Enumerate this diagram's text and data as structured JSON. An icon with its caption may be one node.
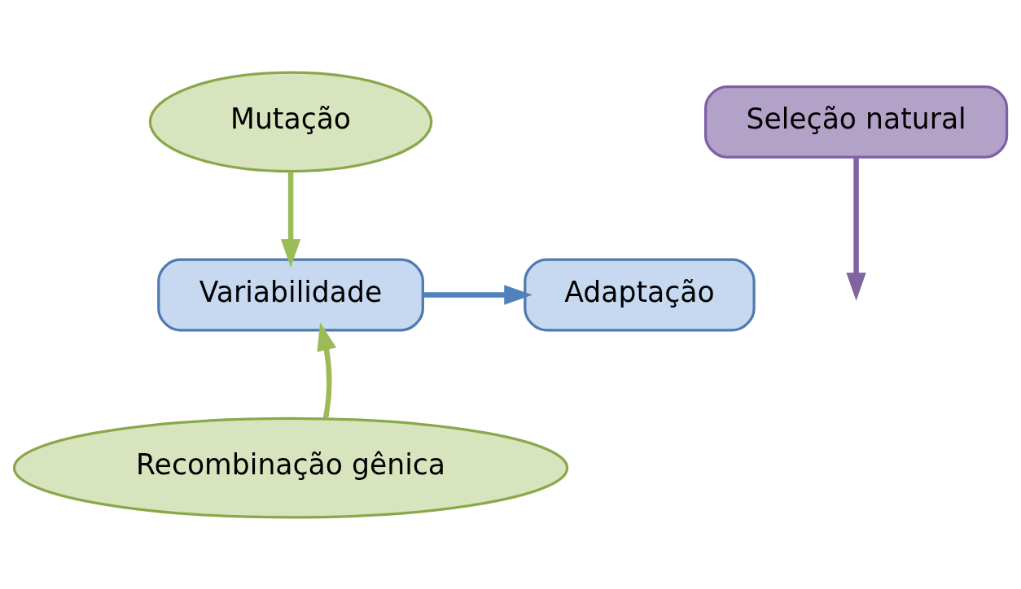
{
  "diagram": {
    "nodes": [
      {
        "text": [
          "Mutação"
        ]
      },
      {
        "text": [
          "Variabilidade"
        ]
      },
      {
        "text": [
          "Adaptação"
        ]
      },
      {
        "text": [
          "Seleção natural"
        ]
      },
      {
        "text": [
          "Recombinação gênica"
        ]
      }
    ],
    "edges": [
      {
        "from": 0,
        "to": 1,
        "arrow": "to",
        "color": "#9bbb59"
      },
      {
        "from": 4,
        "to": 1,
        "arrow": "to",
        "color": "#9bbb59"
      },
      {
        "from": 1,
        "to": 2,
        "arrow": "to",
        "color": "#4f81bd"
      },
      {
        "from": 3,
        "to": null,
        "arrow": "to",
        "color": "#8064a2"
      }
    ]
  }
}
